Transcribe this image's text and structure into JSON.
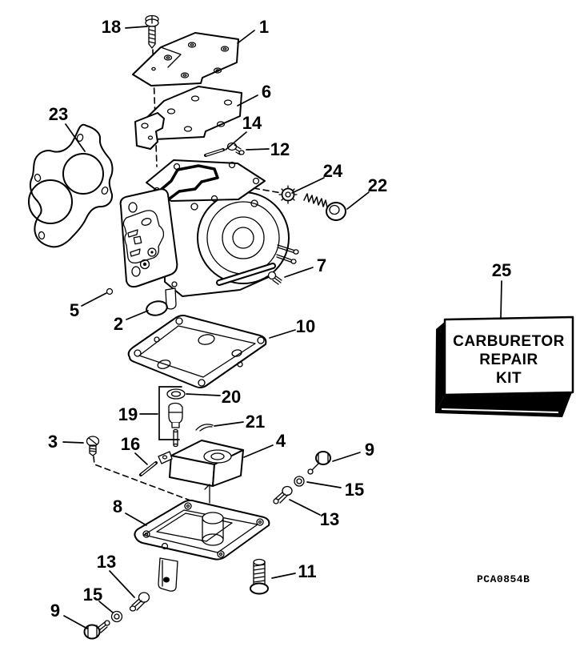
{
  "figure": {
    "type": "exploded-parts-diagram",
    "subject": "carburetor",
    "code_label": "PCA0854B",
    "colors": {
      "ink": "#000000",
      "paper": "#ffffff"
    },
    "kit_box": {
      "callout": "25",
      "lines": [
        "CARBURETOR",
        "REPAIR",
        "KIT"
      ]
    },
    "callouts": {
      "c18": "18",
      "c1": "1",
      "c6": "6",
      "c23": "23",
      "c14": "14",
      "c12": "12",
      "c24": "24",
      "c22": "22",
      "c7": "7",
      "c5": "5",
      "c2": "2",
      "c10": "10",
      "c20": "20",
      "c19": "19",
      "c21": "21",
      "c3": "3",
      "c16": "16",
      "c4": "4",
      "c9_right": "9",
      "c15_right": "15",
      "c13_right": "13",
      "c8": "8",
      "c11": "11",
      "c13_bottom": "13",
      "c15_bottom": "15",
      "c9_bottom": "9",
      "c25": "25"
    }
  }
}
